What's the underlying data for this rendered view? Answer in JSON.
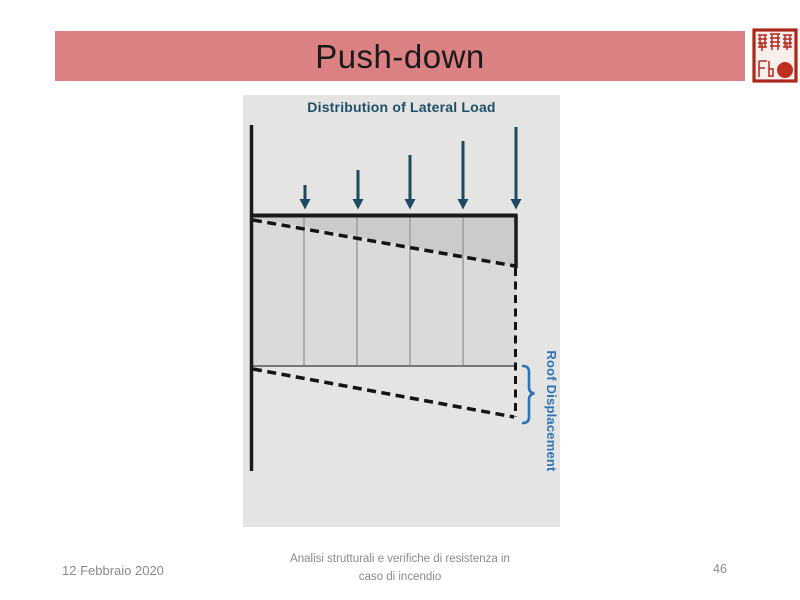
{
  "slide": {
    "title": "Push-down",
    "accent_color": "#db8183"
  },
  "seal": {
    "description": "red square chinese seal stamp",
    "color": "#b02a1d"
  },
  "diagram": {
    "header": "Distribution of Lateral Load",
    "roof_label": "Roof Displacement",
    "load_arrows": {
      "count": 5,
      "direction": "down",
      "relative_lengths": [
        25,
        40,
        55,
        68,
        82
      ]
    },
    "colors": {
      "arrow": "#1d4a63",
      "header_text": "#1e4e68",
      "annotation_blue": "#2e74b5",
      "panel_background": "#e4e4e2"
    }
  },
  "footer": {
    "date": "12 Febbraio 2020",
    "subtitle_line1": "Analisi strutturali e verifiche di resistenza in",
    "subtitle_line2": "caso di incendio",
    "page_number": "46"
  }
}
